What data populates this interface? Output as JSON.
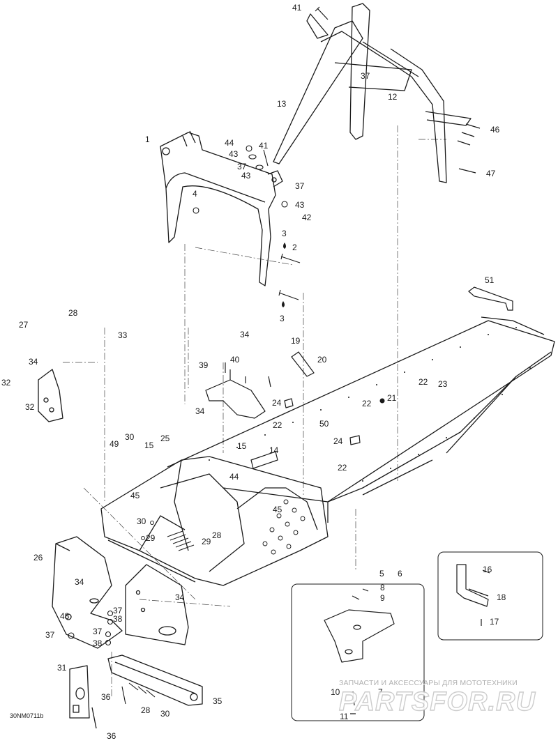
{
  "diagram_code": "30NM0711b",
  "watermark": {
    "tagline": "ЗАПЧАСТИ И АКСЕССУАРЫ ДЛЯ МОТОТЕХНИКИ",
    "logo": "PARTSFOR.RU"
  },
  "callouts": [
    "1",
    "2",
    "3",
    "4",
    "5",
    "6",
    "7",
    "8",
    "9",
    "10",
    "11",
    "12",
    "13",
    "14",
    "15",
    "16",
    "17",
    "18",
    "19",
    "20",
    "21",
    "22",
    "23",
    "24",
    "25",
    "26",
    "27",
    "28",
    "29",
    "30",
    "31",
    "32",
    "33",
    "34",
    "35",
    "36",
    "37",
    "38",
    "39",
    "40",
    "41",
    "42",
    "43",
    "44",
    "45",
    "46",
    "47",
    "48",
    "49",
    "50",
    "51"
  ],
  "colors": {
    "ink": "#1a1a1a",
    "watermark": "#b0b0b0"
  }
}
